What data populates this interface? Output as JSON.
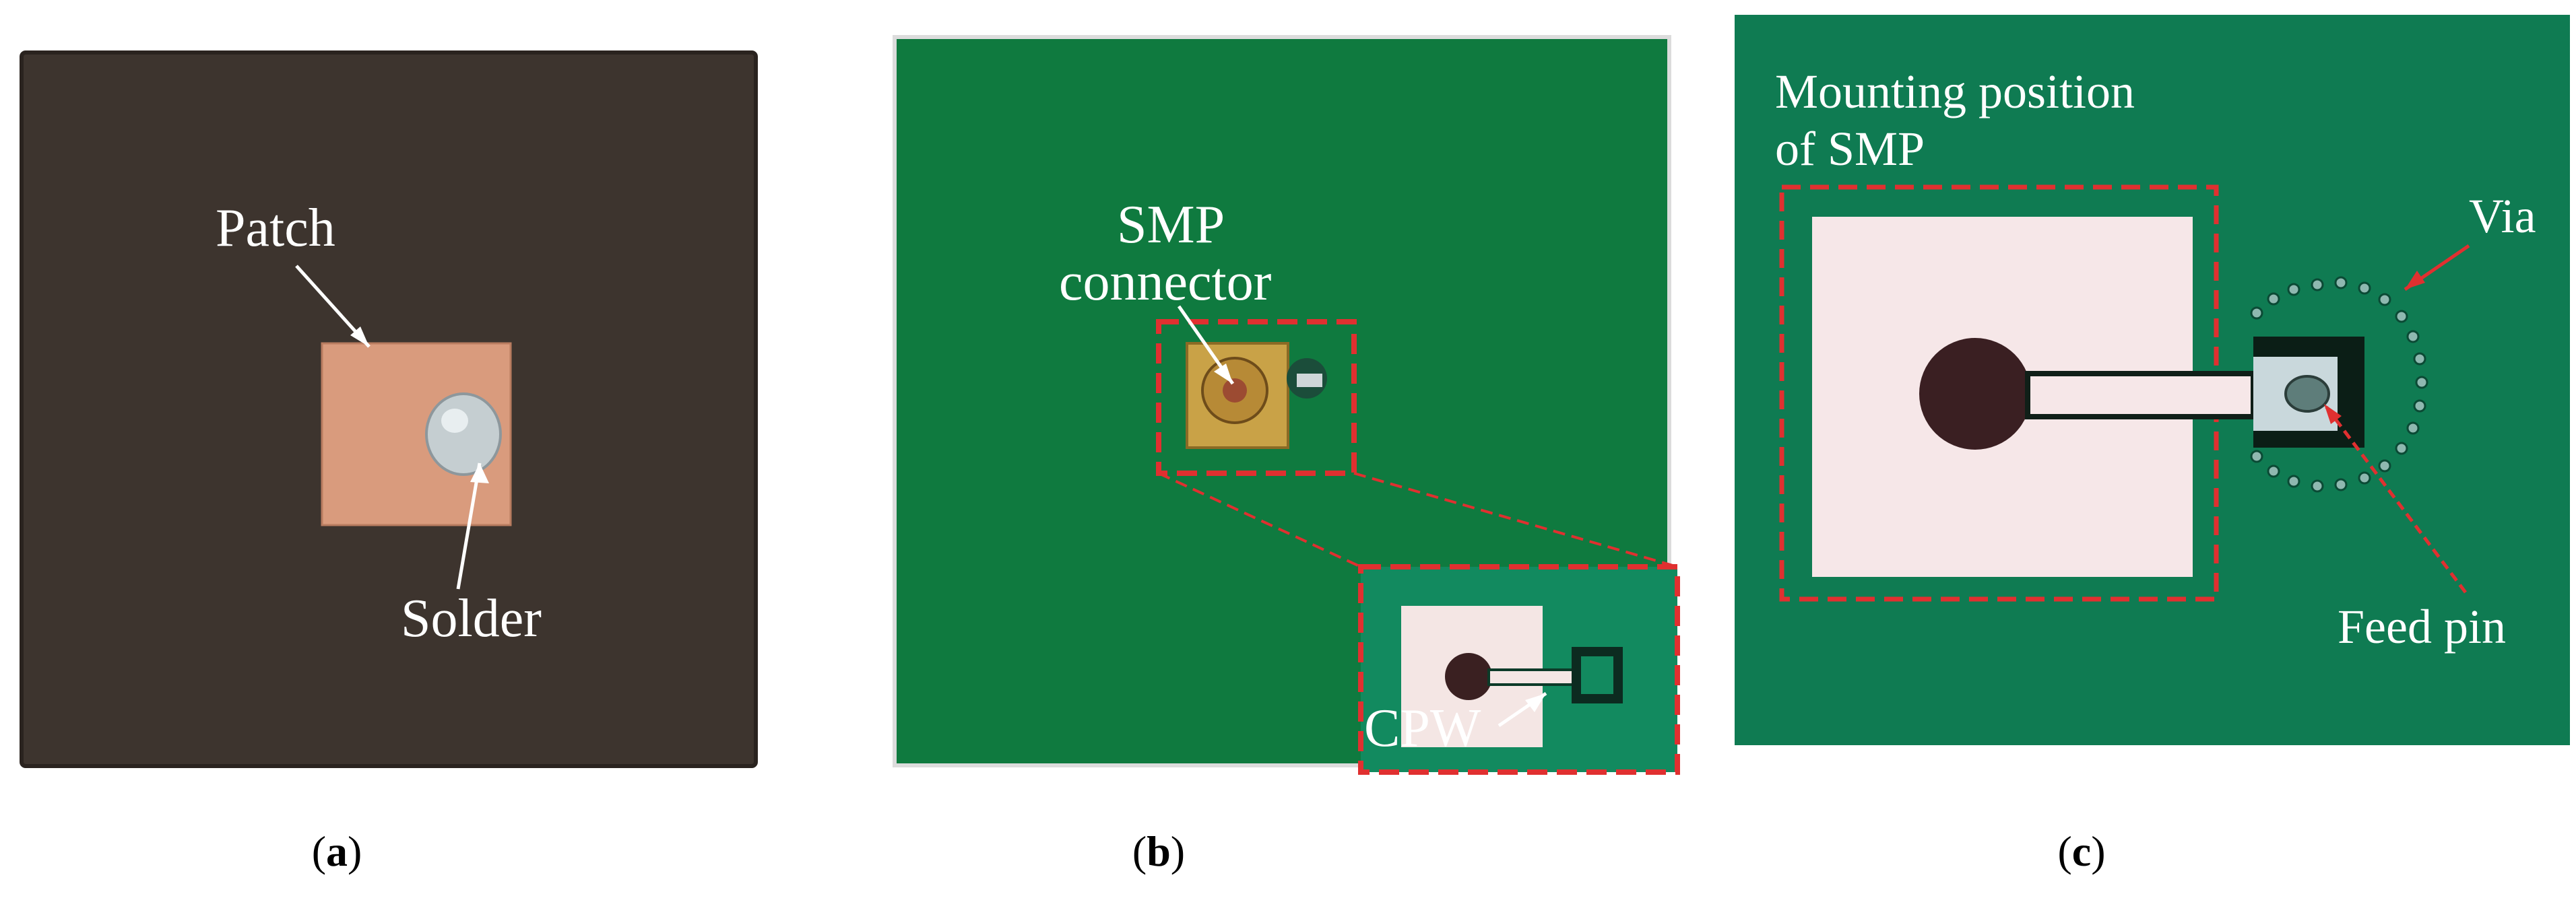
{
  "panel_a": {
    "patch_label": "Patch",
    "solder_label": "Solder",
    "caption_open": "(",
    "caption_letter": "a",
    "caption_close": ")",
    "colors": {
      "substrate": "#3d342e",
      "patch": "#d99b7d",
      "solder": "#c5ced1"
    }
  },
  "panel_b": {
    "smp_label_line1": "SMP",
    "smp_label_line2": "connector",
    "cpw_label": "CPW",
    "caption_open": "(",
    "caption_letter": "b",
    "caption_close": ")",
    "colors": {
      "substrate": "#0f7a3f",
      "connector": "#c9a247",
      "dashed": "#e03030"
    }
  },
  "panel_c": {
    "mounting_line1": "Mounting position",
    "mounting_line2": "of SMP",
    "via_label": "Via",
    "feed_label": "Feed pin",
    "caption_open": "(",
    "caption_letter": "c",
    "caption_close": ")",
    "colors": {
      "background": "#0f7b52",
      "pad": "#f6e7e8",
      "hole": "#3a1f22"
    }
  }
}
